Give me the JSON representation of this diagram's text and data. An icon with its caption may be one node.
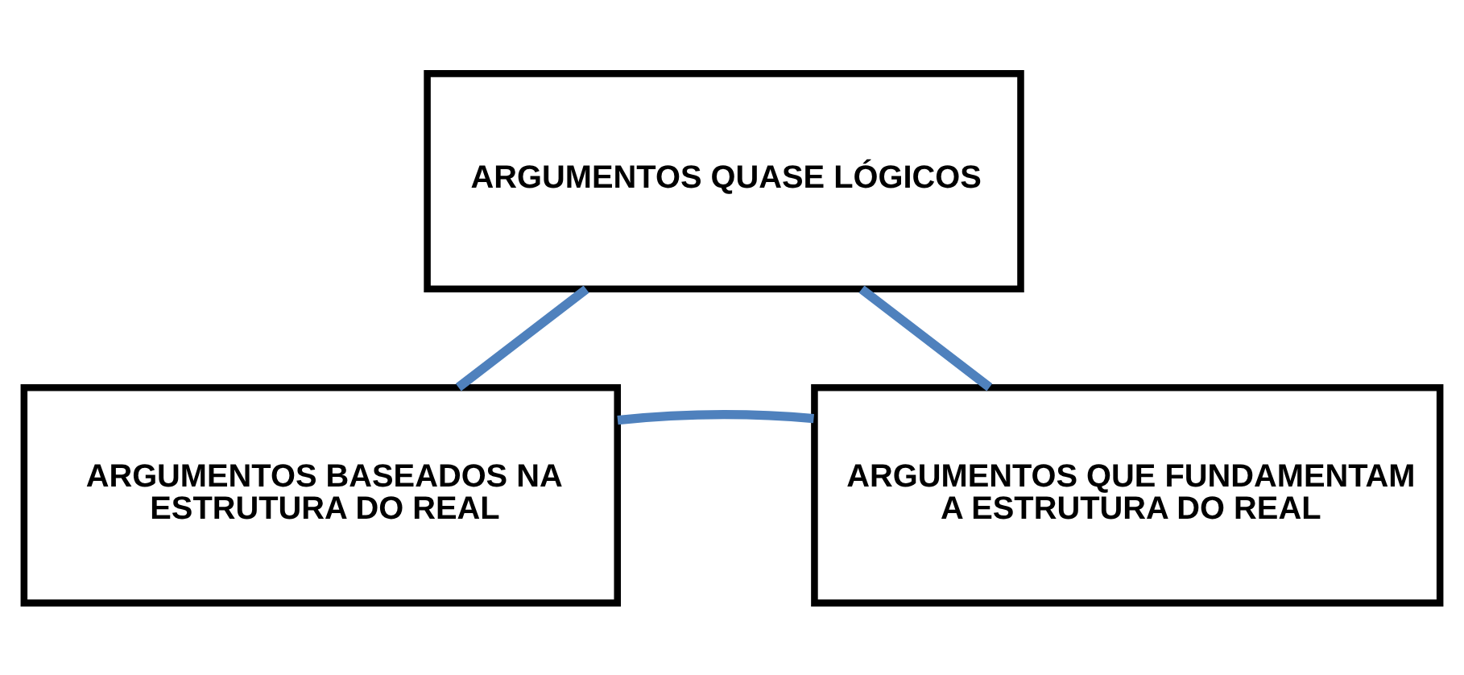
{
  "diagram": {
    "nodes": [
      {
        "text": [
          "ARGUMENTOS QUASE LÓGICOS"
        ]
      },
      {
        "text": [
          "ARGUMENTOS BASEADOS NA ESTRUTURA DO REAL"
        ]
      },
      {
        "text": [
          "ARGUMENTOS QUE FUNDAMENTAM A ESTRUTURA DO REAL"
        ]
      }
    ],
    "edges": [
      {
        "from": 1,
        "to": 0,
        "arrow": "none"
      },
      {
        "from": 0,
        "to": 2,
        "arrow": "none"
      },
      {
        "from": 2,
        "to": 1,
        "arrow": "none"
      }
    ]
  }
}
